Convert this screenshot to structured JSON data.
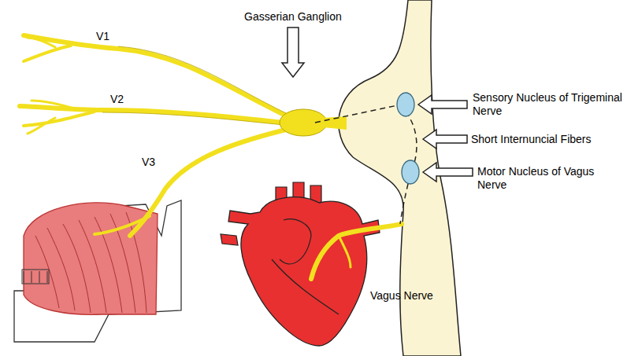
{
  "diagram": {
    "labels": [
      "V1",
      "V2",
      "V3",
      "Gasserian Ganglion",
      "Sensory Nucleus of Trigeminal Nerve",
      "Short Internuncial Fibers",
      "Motor Nucleus of Vagus Nerve",
      "Vagus Nerve"
    ]
  }
}
